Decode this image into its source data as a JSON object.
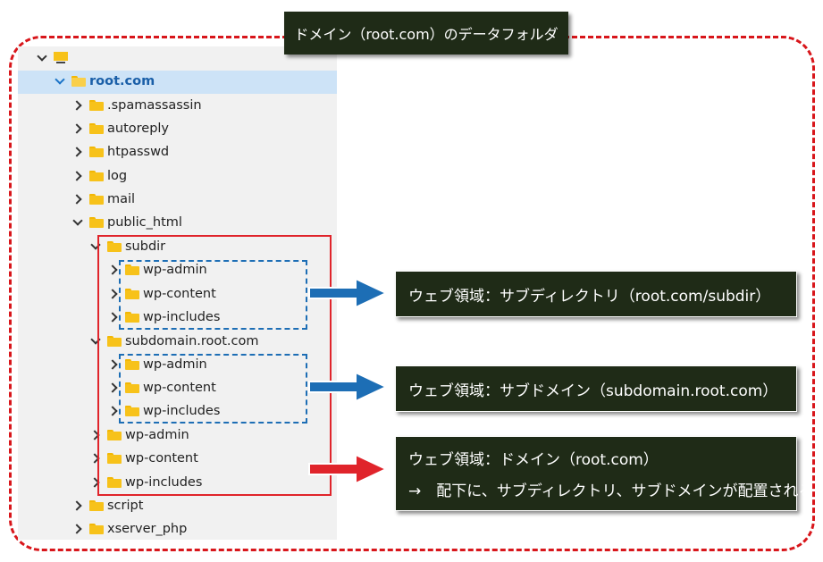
{
  "title": "ドメイン（root.com）のデータフォルダ",
  "tree": {
    "root_label": "",
    "selected_domain": "root.com",
    "domain_children": [
      ".spamassassin",
      "autoreply",
      "htpasswd",
      "log",
      "mail",
      "public_html"
    ],
    "public_html_children": {
      "subdir": "subdir",
      "subdir_children": [
        "wp-admin",
        "wp-content",
        "wp-includes"
      ],
      "subdomain": "subdomain.root.com",
      "subdomain_children": [
        "wp-admin",
        "wp-content",
        "wp-includes"
      ],
      "wp_folders": [
        "wp-admin",
        "wp-content",
        "wp-includes"
      ]
    },
    "after_public_html": [
      "script",
      "xserver_php"
    ]
  },
  "callouts": {
    "subdir": "ウェブ領域：サブディレクトリ（root.com/subdir）",
    "subdomain": "ウェブ領域：サブドメイン（subdomain.root.com）",
    "domain_line1": "ウェブ領域：ドメイン（root.com）",
    "domain_line2": "→　配下に、サブディレクトリ、サブドメインが配置される"
  },
  "colors": {
    "highlight_red": "#e0242b",
    "highlight_blue": "#1d6eb5",
    "callout_bg": "#1f2b17",
    "selected_row": "#cde3f7"
  }
}
